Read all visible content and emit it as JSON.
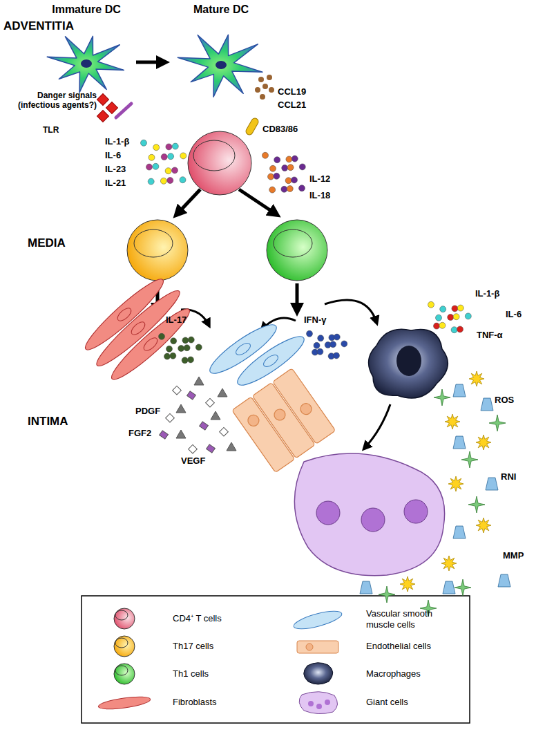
{
  "diagram": {
    "nodes": [
      {
        "text": [
          "Immature DC"
        ]
      },
      {
        "text": [
          "Mature DC"
        ]
      }
    ],
    "edges": [
      {
        "from": 0,
        "to": 1,
        "arrow": "to"
      }
    ],
    "labels": [
      "ADVENTITIA",
      "MEDIA",
      "INTIMA",
      "Danger signals (infectious agents?)",
      "TLR",
      "CCL19",
      "CCL21",
      "CD83/86",
      "IL-1-β",
      "IL-6",
      "IL-23",
      "IL-21",
      "IL-12",
      "IL-18",
      "IL-17",
      "IFN-γ",
      "IL-1-β",
      "IL-6",
      "TNF-α",
      "ROS",
      "RNI",
      "MMP",
      "PDGF",
      "FGF2",
      "VEGF"
    ],
    "legend": [
      {
        "text": "CD4⁺ T cells"
      },
      {
        "text": "Th17 cells"
      },
      {
        "text": "Th1 cells"
      },
      {
        "text": "Fibroblasts"
      },
      {
        "text": "Vascular smooth muscle cells"
      },
      {
        "text": "Endothelial cells"
      },
      {
        "text": "Macrophages"
      },
      {
        "text": "Giant cells"
      }
    ]
  }
}
